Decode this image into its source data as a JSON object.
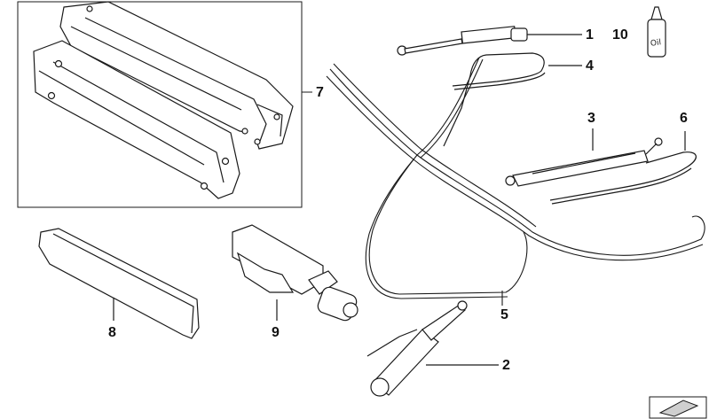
{
  "diagram": {
    "callouts": [
      {
        "id": "1",
        "text": "1"
      },
      {
        "id": "2",
        "text": "2"
      },
      {
        "id": "3",
        "text": "3"
      },
      {
        "id": "4",
        "text": "4"
      },
      {
        "id": "5",
        "text": "5"
      },
      {
        "id": "6",
        "text": "6"
      },
      {
        "id": "7",
        "text": "7"
      },
      {
        "id": "8",
        "text": "8"
      },
      {
        "id": "9",
        "text": "9"
      },
      {
        "id": "10",
        "text": "10"
      }
    ],
    "oil_label": "Oil"
  },
  "colors": {
    "line": "#1a1a1a",
    "part_fill": "#ffffff",
    "shade": "#d9d9d9"
  }
}
